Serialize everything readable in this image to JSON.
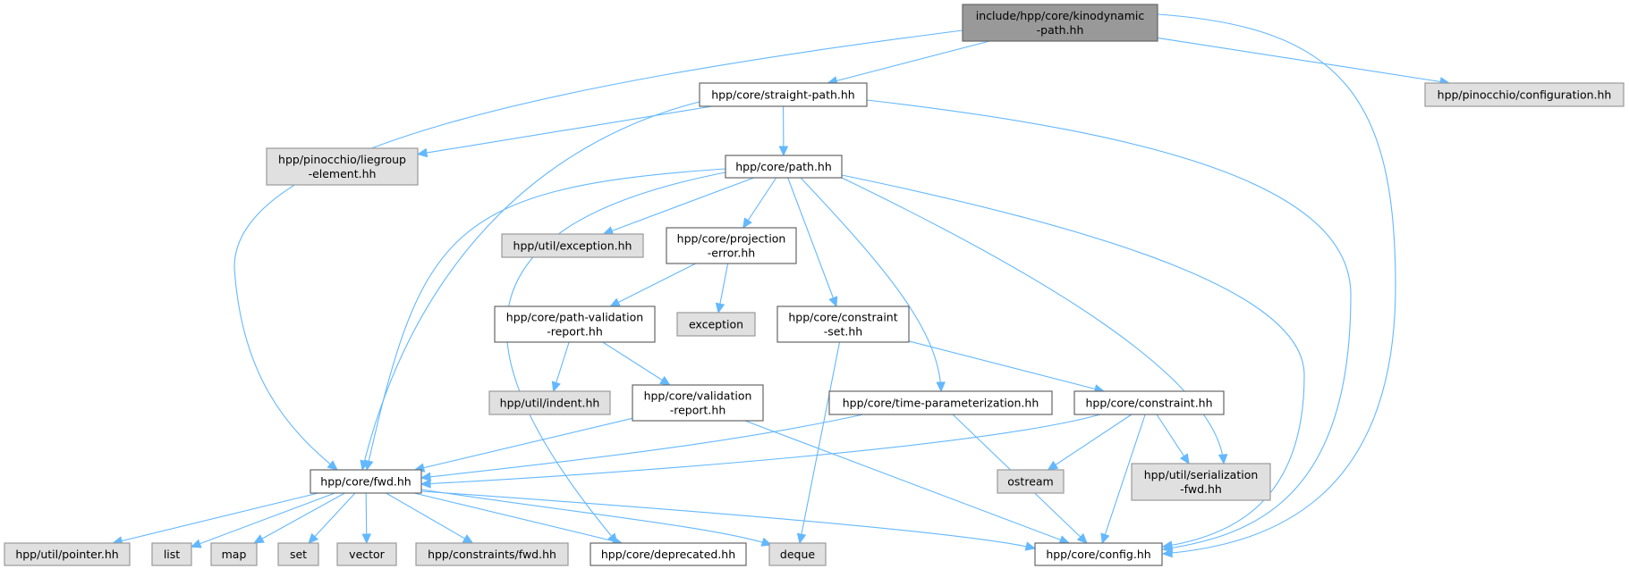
{
  "colors": {
    "edge": "#63b8ff",
    "root_fill": "#999999",
    "root_border": "#666666",
    "local_fill": "#ffffff",
    "local_border": "#666666",
    "external_fill": "#e0e0e0",
    "external_border": "#999999"
  },
  "nodes": [
    {
      "id": "kino",
      "kind": "root",
      "lines": [
        "include/hpp/core/kinodynamic",
        "-path.hh"
      ]
    },
    {
      "id": "straight",
      "kind": "local",
      "lines": [
        "hpp/core/straight-path.hh"
      ]
    },
    {
      "id": "pinconf",
      "kind": "external",
      "lines": [
        "hpp/pinocchio/configuration.hh"
      ]
    },
    {
      "id": "liegroup",
      "kind": "external",
      "lines": [
        "hpp/pinocchio/liegroup",
        "-element.hh"
      ]
    },
    {
      "id": "path",
      "kind": "local",
      "lines": [
        "hpp/core/path.hh"
      ]
    },
    {
      "id": "uexc",
      "kind": "external",
      "lines": [
        "hpp/util/exception.hh"
      ]
    },
    {
      "id": "proj",
      "kind": "local",
      "lines": [
        "hpp/core/projection",
        "-error.hh"
      ]
    },
    {
      "id": "pvr",
      "kind": "local",
      "lines": [
        "hpp/core/path-validation",
        "-report.hh"
      ]
    },
    {
      "id": "exception",
      "kind": "external",
      "lines": [
        "exception"
      ]
    },
    {
      "id": "cset",
      "kind": "local",
      "lines": [
        "hpp/core/constraint",
        "-set.hh"
      ]
    },
    {
      "id": "indent",
      "kind": "external",
      "lines": [
        "hpp/util/indent.hh"
      ]
    },
    {
      "id": "vrep",
      "kind": "local",
      "lines": [
        "hpp/core/validation",
        "-report.hh"
      ]
    },
    {
      "id": "timep",
      "kind": "local",
      "lines": [
        "hpp/core/time-parameterization.hh"
      ]
    },
    {
      "id": "constraint",
      "kind": "local",
      "lines": [
        "hpp/core/constraint.hh"
      ]
    },
    {
      "id": "fwd",
      "kind": "local",
      "lines": [
        "hpp/core/fwd.hh"
      ]
    },
    {
      "id": "ostream",
      "kind": "external",
      "lines": [
        "ostream"
      ]
    },
    {
      "id": "serial",
      "kind": "external",
      "lines": [
        "hpp/util/serialization",
        "-fwd.hh"
      ]
    },
    {
      "id": "pointer",
      "kind": "external",
      "lines": [
        "hpp/util/pointer.hh"
      ]
    },
    {
      "id": "list",
      "kind": "external",
      "lines": [
        "list"
      ]
    },
    {
      "id": "map",
      "kind": "external",
      "lines": [
        "map"
      ]
    },
    {
      "id": "set",
      "kind": "external",
      "lines": [
        "set"
      ]
    },
    {
      "id": "vector",
      "kind": "external",
      "lines": [
        "vector"
      ]
    },
    {
      "id": "cfwd",
      "kind": "external",
      "lines": [
        "hpp/constraints/fwd.hh"
      ]
    },
    {
      "id": "deprecated",
      "kind": "local",
      "lines": [
        "hpp/core/deprecated.hh"
      ]
    },
    {
      "id": "deque",
      "kind": "external",
      "lines": [
        "deque"
      ]
    },
    {
      "id": "config",
      "kind": "local",
      "lines": [
        "hpp/core/config.hh"
      ]
    }
  ],
  "edges": [
    [
      "kino",
      "fwd"
    ],
    [
      "kino",
      "straight"
    ],
    [
      "kino",
      "pinconf"
    ],
    [
      "kino",
      "config"
    ],
    [
      "straight",
      "liegroup"
    ],
    [
      "straight",
      "fwd"
    ],
    [
      "straight",
      "path"
    ],
    [
      "straight",
      "config"
    ],
    [
      "path",
      "fwd"
    ],
    [
      "path",
      "deprecated"
    ],
    [
      "path",
      "uexc"
    ],
    [
      "path",
      "proj"
    ],
    [
      "path",
      "cset"
    ],
    [
      "path",
      "timep"
    ],
    [
      "path",
      "serial"
    ],
    [
      "path",
      "config"
    ],
    [
      "proj",
      "pvr"
    ],
    [
      "proj",
      "exception"
    ],
    [
      "pvr",
      "indent"
    ],
    [
      "pvr",
      "vrep"
    ],
    [
      "vrep",
      "fwd"
    ],
    [
      "vrep",
      "config"
    ],
    [
      "cset",
      "deque"
    ],
    [
      "cset",
      "constraint"
    ],
    [
      "timep",
      "fwd"
    ],
    [
      "timep",
      "config"
    ],
    [
      "constraint",
      "fwd"
    ],
    [
      "constraint",
      "ostream"
    ],
    [
      "constraint",
      "serial"
    ],
    [
      "constraint",
      "config"
    ],
    [
      "fwd",
      "pointer"
    ],
    [
      "fwd",
      "list"
    ],
    [
      "fwd",
      "map"
    ],
    [
      "fwd",
      "set"
    ],
    [
      "fwd",
      "vector"
    ],
    [
      "fwd",
      "cfwd"
    ],
    [
      "fwd",
      "deprecated"
    ],
    [
      "fwd",
      "deque"
    ],
    [
      "fwd",
      "config"
    ]
  ]
}
